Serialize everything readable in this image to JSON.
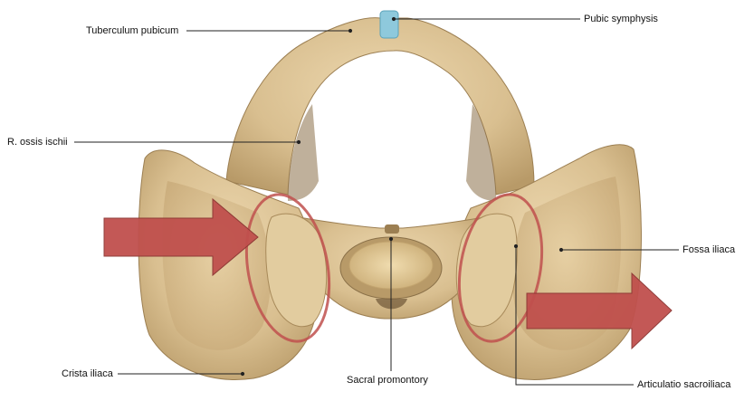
{
  "labels": {
    "tuberculum_pubicum": "Tuberculum pubicum",
    "pubic_symphysis": "Pubic symphysis",
    "r_ossis_ischii": "R. ossis ischii",
    "fossa_iliaca": "Fossa iliaca",
    "crista_iliaca": "Crista iliaca",
    "sacral_promontory": "Sacral promontory",
    "articulatio_sacroiliaca": "Articulatio sacroiliaca"
  },
  "colors": {
    "bone": "#d9bf90",
    "bone_shadow": "#b89a68",
    "bone_dark": "#8a7048",
    "cartilage": "#8ec9dc",
    "arrow": "#c0504d",
    "ring": "#c0504d",
    "leader_line": "#222222"
  }
}
